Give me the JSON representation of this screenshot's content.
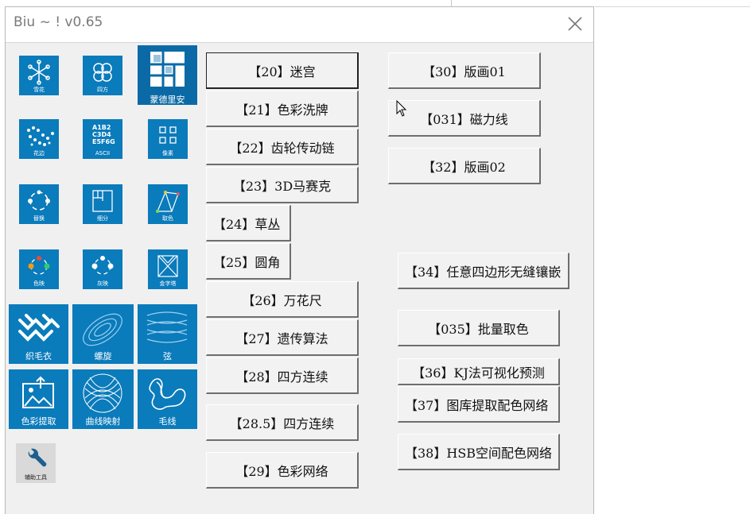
{
  "window": {
    "title": "Biu ~ ! v0.65"
  },
  "tiles": [
    {
      "label": "雪花",
      "icon": "snowflake-icon"
    },
    {
      "label": "四方",
      "icon": "four-circles-icon"
    },
    {
      "label": "蒙德里安",
      "icon": "mondrian-grid-icon"
    },
    {
      "label": "花边",
      "icon": "lace-dots-icon"
    },
    {
      "label": "ASCII",
      "icon": "ascii-icon",
      "glyph": "A1B2 C3D4 E5F6G"
    },
    {
      "label": "像素",
      "icon": "pixel-icon"
    },
    {
      "label": "替换",
      "icon": "replace-cycle-icon"
    },
    {
      "label": "细分",
      "icon": "subdivide-icon"
    },
    {
      "label": "取色",
      "icon": "color-pick-icon"
    },
    {
      "label": "色映",
      "icon": "color-map-icon"
    },
    {
      "label": "灰映",
      "icon": "gray-map-icon"
    },
    {
      "label": "金字塔",
      "icon": "pyramid-icon"
    },
    {
      "label": "织毛衣",
      "icon": "knit-icon"
    },
    {
      "label": "螺旋",
      "icon": "spiral-icon"
    },
    {
      "label": "弦",
      "icon": "string-wave-icon"
    },
    {
      "label": "色彩提取",
      "icon": "image-extract-icon"
    },
    {
      "label": "曲线映射",
      "icon": "curve-map-icon"
    },
    {
      "label": "毛线",
      "icon": "yarn-icon"
    },
    {
      "label": "辅助工具",
      "icon": "wrench-icon"
    }
  ],
  "buttons_col1": [
    "【20】迷宫",
    "【21】色彩洗牌",
    "【22】齿轮传动链",
    "【23】3D马赛克",
    "【24】草丛",
    "【25】圆角",
    "【26】万花尺",
    "【27】遗传算法",
    "【28】四方连续",
    "【28.5】四方连续",
    "【29】色彩网络"
  ],
  "buttons_col2": [
    "【30】版画01",
    "【031】磁力线",
    "【32】版画02",
    "【34】任意四边形无缝镶嵌",
    "【035】批量取色",
    "【36】KJ法可视化预测",
    "【37】图库提取配色网络",
    "【38】HSB空间配色网络"
  ],
  "colors": {
    "tile_blue": "#0a7bbb",
    "window_bg": "#f0f0f0"
  }
}
